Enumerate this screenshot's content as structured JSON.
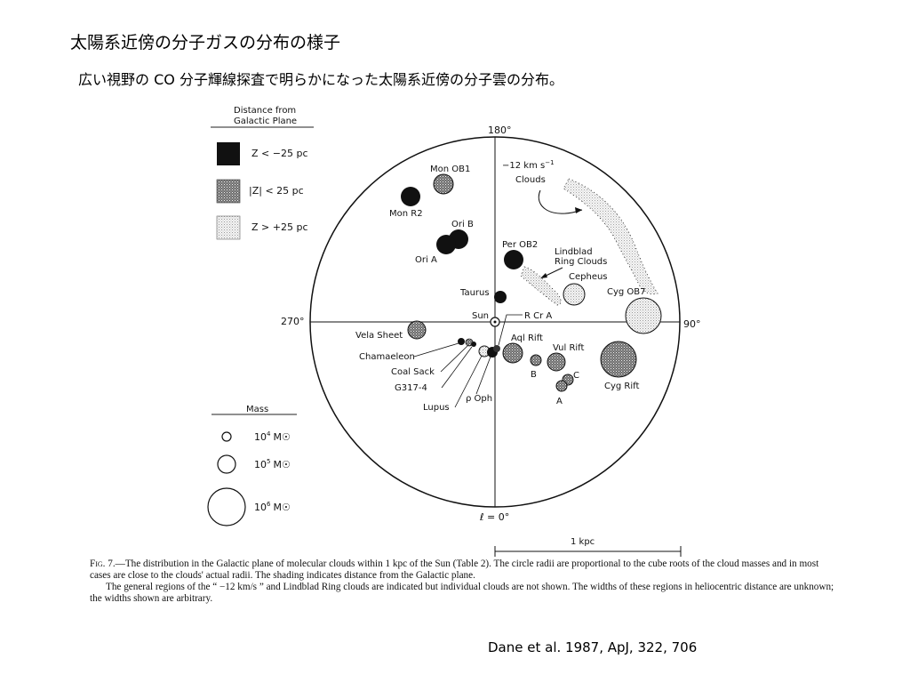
{
  "slide": {
    "title": "太陽系近傍の分子ガスの分布の様子",
    "subtitle": "広い視野の CO 分子輝線探査で明らかになった太陽系近傍の分子雲の分布。",
    "citation": "Dane et al. 1987, ApJ, 322, 706"
  },
  "legend_distance": {
    "title_line1": "Distance from",
    "title_line2": "Galactic Plane",
    "items": [
      {
        "label": "Z < −25 pc",
        "shading": "solid"
      },
      {
        "label": "|Z| < 25 pc",
        "shading": "crosshatch"
      },
      {
        "label": "Z > +25 pc",
        "shading": "stipple"
      }
    ]
  },
  "legend_mass": {
    "title": "Mass",
    "unit": "M☉",
    "items": [
      {
        "mantissa": "10",
        "exponent": "4"
      },
      {
        "mantissa": "10",
        "exponent": "5"
      },
      {
        "mantissa": "10",
        "exponent": "6"
      }
    ]
  },
  "axes": {
    "top": "180°",
    "right": "90°",
    "left": "270°",
    "bottom": "ℓ = 0°"
  },
  "sun_label": "Sun",
  "scale_bar": {
    "label": "1 kpc"
  },
  "region_annotations": {
    "minus12_line1": "−12 km s",
    "minus12_exp": "−1",
    "minus12_line2": "Clouds",
    "lindblad_line1": "Lindblad",
    "lindblad_line2": "Ring Clouds"
  },
  "clouds": [
    {
      "name": "Mon OB1",
      "shading": "crosshatch"
    },
    {
      "name": "Mon R2",
      "shading": "solid"
    },
    {
      "name": "Ori B",
      "shading": "solid"
    },
    {
      "name": "Ori A",
      "shading": "solid"
    },
    {
      "name": "Per OB2",
      "shading": "solid"
    },
    {
      "name": "Taurus",
      "shading": "solid"
    },
    {
      "name": "Cepheus",
      "shading": "stipple"
    },
    {
      "name": "Cyg OB7",
      "shading": "stipple"
    },
    {
      "name": "Vela Sheet",
      "shading": "crosshatch"
    },
    {
      "name": "Chamaeleon",
      "shading": "solid"
    },
    {
      "name": "Coal Sack",
      "shading": "crosshatch"
    },
    {
      "name": "G317-4",
      "shading": "solid"
    },
    {
      "name": "Lupus",
      "shading": "stipple"
    },
    {
      "name": "ρ Oph",
      "shading": "solid"
    },
    {
      "name": "R Cr A",
      "shading": "solid"
    },
    {
      "name": "Aql Rift",
      "shading": "crosshatch"
    },
    {
      "name": "Vul Rift",
      "shading": "crosshatch"
    },
    {
      "name": "B",
      "shading": "crosshatch"
    },
    {
      "name": "C",
      "shading": "crosshatch"
    },
    {
      "name": "A",
      "shading": "crosshatch"
    },
    {
      "name": "Cyg Rift",
      "shading": "crosshatch"
    }
  ],
  "caption": {
    "fig_label": "Fig. 7.",
    "para1": "—The distribution in the Galactic plane of molecular clouds within 1 kpc of the Sun (Table 2). The circle radii are proportional to the cube roots of the cloud masses and in most cases are close to the clouds' actual radii. The shading indicates distance from the Galactic plane.",
    "para2": "The general regions of the “ −12 km/s ” and Lindblad Ring clouds are indicated but individual clouds are not shown. The widths of these regions in heliocentric distance are unknown; the widths shown are arbitrary."
  }
}
